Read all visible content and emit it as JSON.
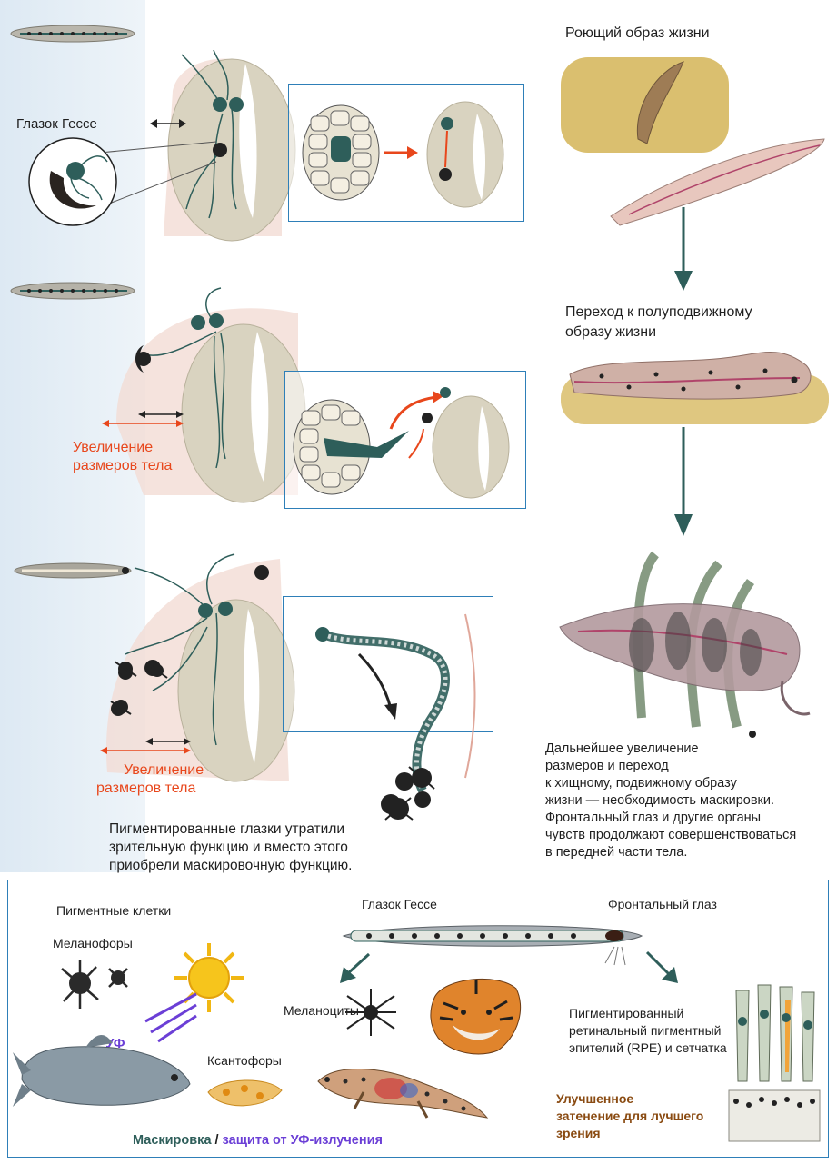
{
  "colors": {
    "teal": "#2e5e5a",
    "tissue": "#d9d3c0",
    "skin": "#e9ccc4",
    "orange_red": "#e8471c",
    "blue_border": "#2e7fb8",
    "sand": "#d4b456",
    "purple": "#6b3fd6",
    "brown_text": "#8a4b12"
  },
  "stage1": {
    "hesse_label": "Глазок Гессе"
  },
  "stage2": {
    "size_label_line1": "Увеличение",
    "size_label_line2": "размеров тела"
  },
  "stage3": {
    "size_label_line1": "Увеличение",
    "size_label_line2": "размеров тела",
    "caption_lines": [
      "Пигментированные глазки утратили",
      "зрительную функцию и вместо этого",
      "приобрели маскировочную функцию."
    ]
  },
  "right_column": {
    "burrowing_title": "Роющий образ жизни",
    "transition_line1": "Переход к полуподвижному",
    "transition_line2": "образу жизни",
    "predator_lines": [
      "Дальнейшее увеличение",
      "размеров и переход",
      "к хищному, подвижному образу",
      "жизни — необходимость маскировки.",
      "Фронтальный глаз и другие органы",
      "чувств продолжают совершенствоваться",
      "в передней части тела."
    ]
  },
  "bottom_panel": {
    "pigment_cells": "Пигментные клетки",
    "melanophores": "Меланофоры",
    "uv": "УФ",
    "xanthophores": "Ксантофоры",
    "hesse_eye": "Глазок Гессе",
    "frontal_eye": "Фронтальный глаз",
    "melanocytes": "Меланоциты",
    "rpe_lines": [
      "Пигментированный",
      "ретинальный пигментный",
      "эпителий (RPE) и сетчатка"
    ],
    "shading_lines": [
      "Улучшенное",
      "затенение для лучшего",
      "зрения"
    ],
    "camouflage": "Маскировка",
    "slash": " / ",
    "uv_protection": "защита от УФ-излучения"
  }
}
